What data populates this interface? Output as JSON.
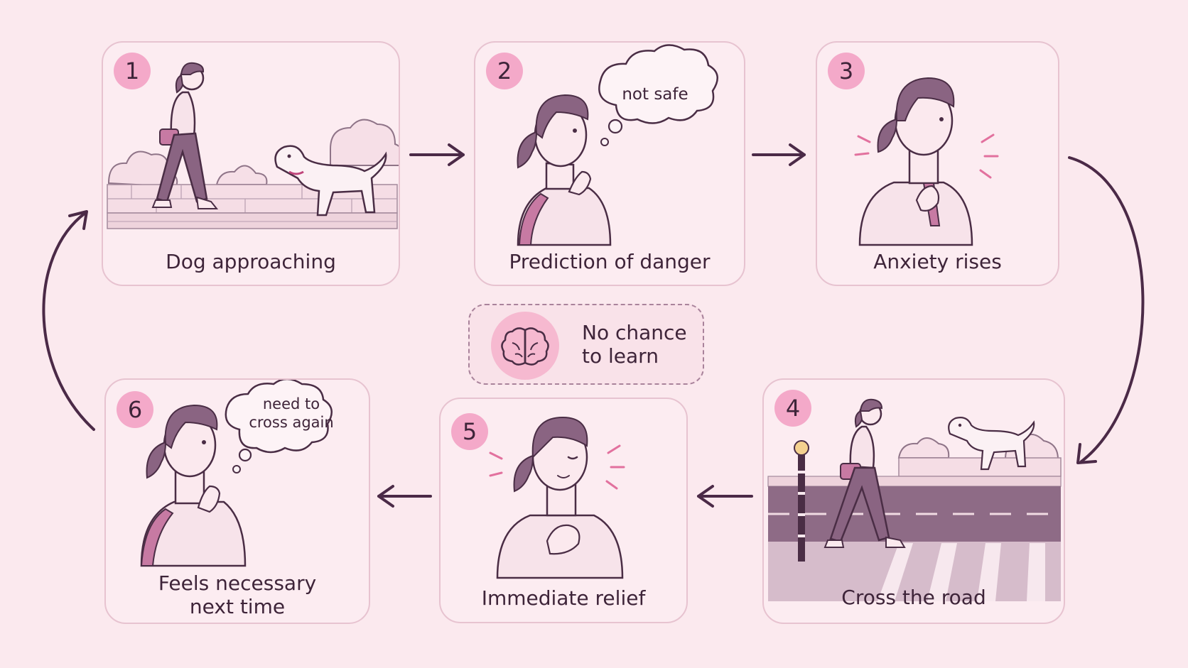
{
  "steps": [
    {
      "number": "1",
      "caption": "Dog approaching"
    },
    {
      "number": "2",
      "caption": "Prediction of danger",
      "thought": "not safe"
    },
    {
      "number": "3",
      "caption": "Anxiety rises"
    },
    {
      "number": "4",
      "caption": "Cross the road"
    },
    {
      "number": "5",
      "caption": "Immediate relief"
    },
    {
      "number": "6",
      "caption_line1": "Feels necessary",
      "caption_line2": "next time",
      "thought_line1": "need to",
      "thought_line2": "cross again"
    }
  ],
  "center_note": {
    "line1": "No chance",
    "line2": "to learn",
    "icon": "brain-icon"
  },
  "colors": {
    "background": "#fbe9ee",
    "card_border": "#e7c3d0",
    "accent_pink": "#f4a9c9",
    "ink": "#4a2d45",
    "arrow": "#4b2a47"
  }
}
